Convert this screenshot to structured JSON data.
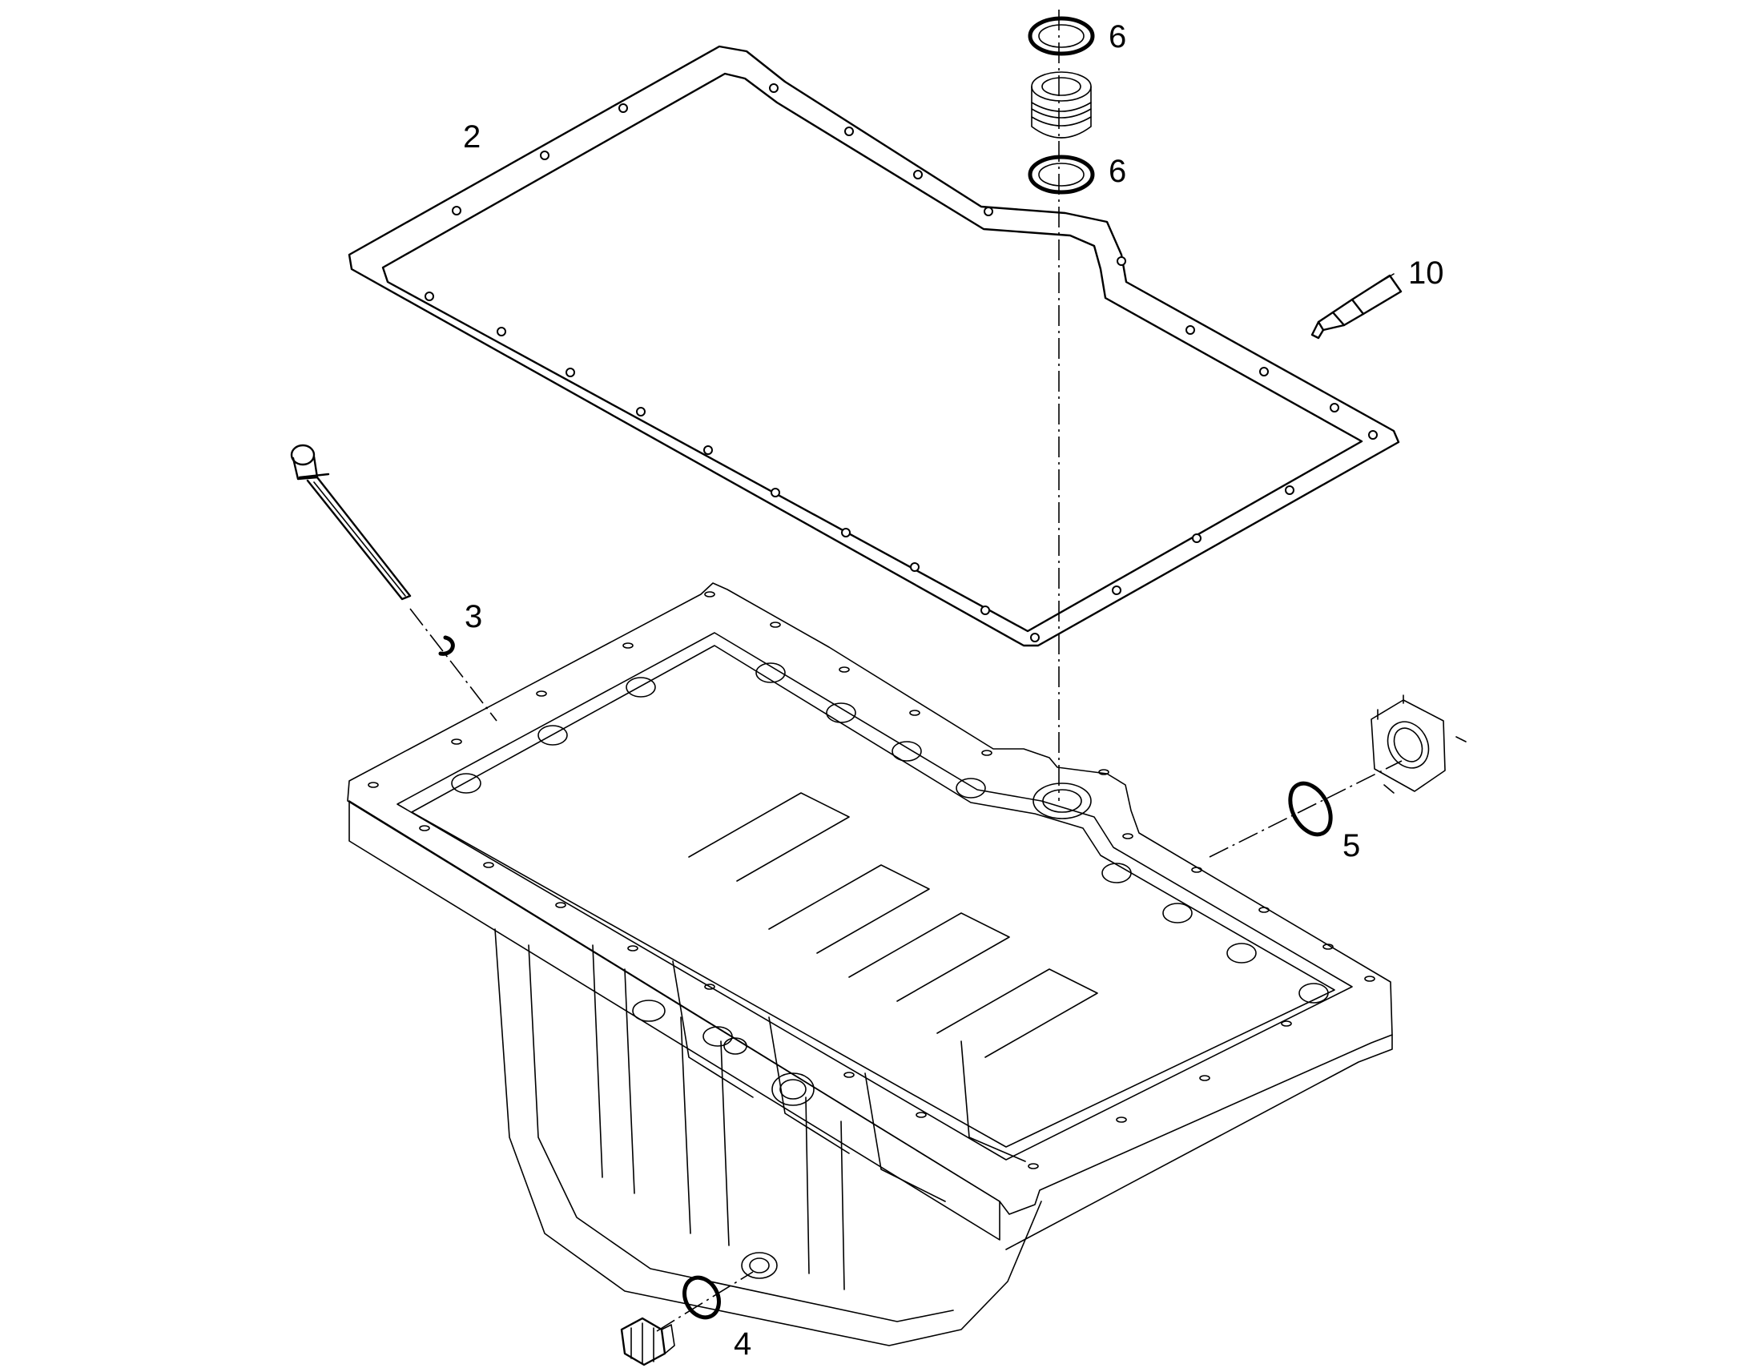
{
  "callouts": {
    "gasket": "2",
    "dipstick": "3",
    "drain_seal": "4",
    "flange_oring": "5",
    "seal_upper": "6",
    "seal_lower": "6",
    "sealant": "10"
  },
  "colors": {
    "line": "#000000",
    "background": "#ffffff"
  }
}
